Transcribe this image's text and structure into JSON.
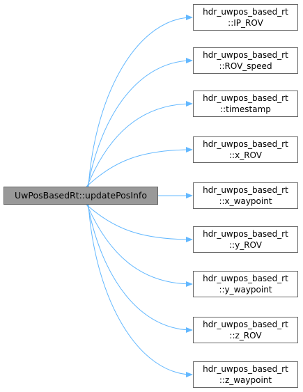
{
  "root": {
    "label": "UwPosBasedRt::updatePosInfo"
  },
  "callees": [
    {
      "line1": "hdr_uwpos_based_rt",
      "line2": "::IP_ROV"
    },
    {
      "line1": "hdr_uwpos_based_rt",
      "line2": "::ROV_speed"
    },
    {
      "line1": "hdr_uwpos_based_rt",
      "line2": "::timestamp"
    },
    {
      "line1": "hdr_uwpos_based_rt",
      "line2": "::x_ROV"
    },
    {
      "line1": "hdr_uwpos_based_rt",
      "line2": "::x_waypoint"
    },
    {
      "line1": "hdr_uwpos_based_rt",
      "line2": "::y_ROV"
    },
    {
      "line1": "hdr_uwpos_based_rt",
      "line2": "::y_waypoint"
    },
    {
      "line1": "hdr_uwpos_based_rt",
      "line2": "::z_ROV"
    },
    {
      "line1": "hdr_uwpos_based_rt",
      "line2": "::z_waypoint"
    }
  ],
  "colors": {
    "edge": "#63b8ff",
    "root_fill": "#999999",
    "node_border": "#666666"
  }
}
